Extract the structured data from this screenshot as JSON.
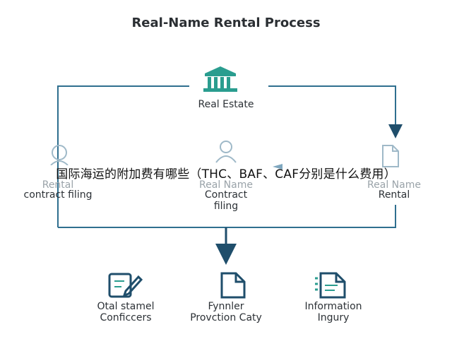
{
  "title": "Real-Name Rental Process",
  "top_node": {
    "label": "Real Estate",
    "icon": "building-icon"
  },
  "left_node": {
    "line1": "Rental",
    "line2": "contract filing",
    "icon": "person-outline-icon"
  },
  "center_node": {
    "line1": "Real Name",
    "line2": "Contract",
    "line3": "filing",
    "icon": "person-outline-icon"
  },
  "right_node": {
    "line1": "Real Name",
    "line2": "Rental",
    "icon": "document-icon"
  },
  "bottom_nodes": [
    {
      "line1": "Otal stamel",
      "line2": "Conficcers",
      "icon": "edit-document-icon"
    },
    {
      "line1": "Fynnler",
      "line2": "Provction Caty",
      "icon": "document-icon"
    },
    {
      "line1": "Information",
      "line2": "Ingury",
      "icon": "list-document-icon"
    }
  ],
  "overlay_text": "国际海运的附加费有哪些（THC、BAF、CAF分别是什么费用）",
  "colors": {
    "line": "#2f6f8f",
    "accent": "#2a9d8f",
    "arrow": "#1f4e6b"
  }
}
